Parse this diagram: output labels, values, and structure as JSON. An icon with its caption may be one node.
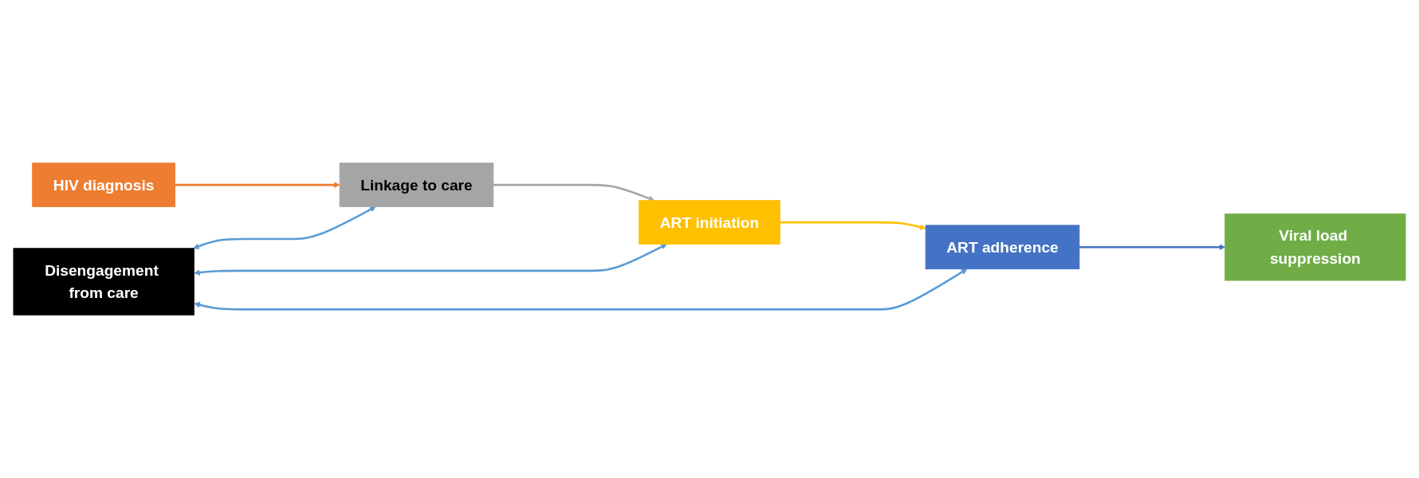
{
  "diagram": {
    "nodes": [
      {
        "text": [
          "Disengagement from care"
        ]
      },
      {
        "text": [
          "HIV diagnosis"
        ]
      },
      {
        "text": [
          "Linkage to care"
        ]
      },
      {
        "text": [
          "ART initiation"
        ]
      },
      {
        "text": [
          "ART adherence"
        ]
      },
      {
        "text": [
          "Viral load suppression"
        ]
      }
    ],
    "edges": [
      {
        "from": 1,
        "to": 2,
        "arrow": "to",
        "color": "#ed7d31"
      },
      {
        "from": 2,
        "to": 3,
        "arrow": "to",
        "color": "#a5a5a5"
      },
      {
        "from": 3,
        "to": 4,
        "arrow": "to",
        "color": "#ffc000"
      },
      {
        "from": 4,
        "to": 5,
        "arrow": "to",
        "color": "#4472c4"
      },
      {
        "from": 0,
        "to": 2,
        "arrow": "both",
        "color": "#5b9bd5"
      },
      {
        "from": 0,
        "to": 3,
        "arrow": "both",
        "color": "#5b9bd5"
      },
      {
        "from": 0,
        "to": 4,
        "arrow": "both",
        "color": "#5b9bd5"
      }
    ]
  }
}
